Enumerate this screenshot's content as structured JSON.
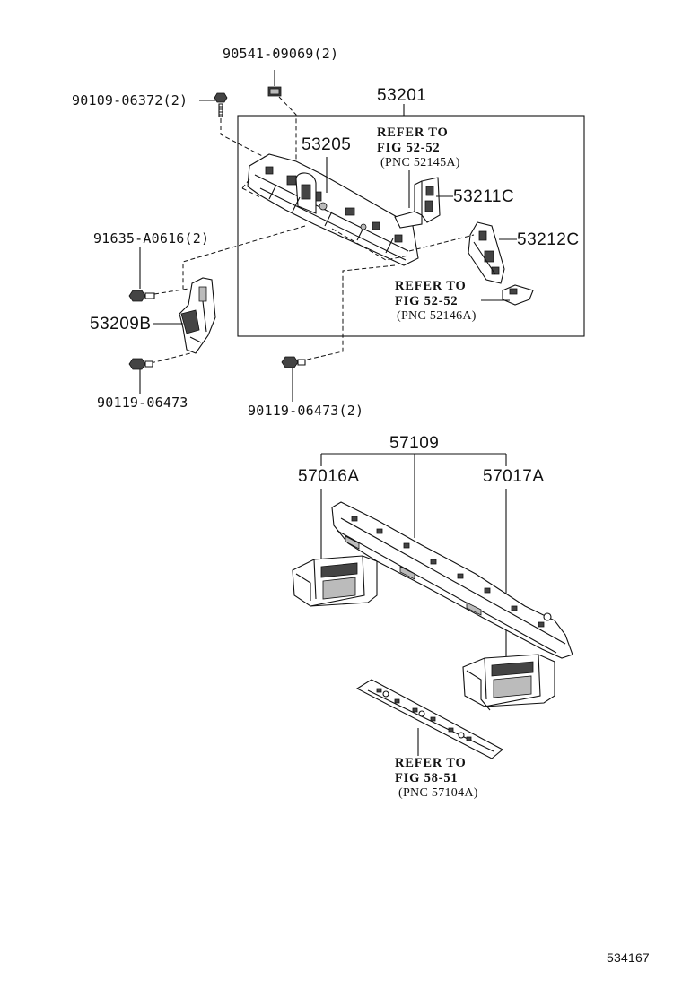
{
  "labels": {
    "bolt_90541": "90541-09069(2)",
    "bolt_90109": "90109-06372(2)",
    "p53201": "53201",
    "ref1_line1": "REFER TO",
    "ref1_line2": "FIG 52-52",
    "ref1_pnc": "(PNC 52145A)",
    "p53205": "53205",
    "p53211c": "53211C",
    "p53212c": "53212C",
    "bolt_91635": "91635-A0616(2)",
    "ref2_line1": "REFER TO",
    "ref2_line2": "FIG 52-52",
    "ref2_pnc": "(PNC 52146A)",
    "p53209b": "53209B",
    "bolt_90119_a": "90119-06473",
    "bolt_90119_b": "90119-06473(2)",
    "p57109": "57109",
    "p57016a": "57016A",
    "p57017a": "57017A",
    "ref3_line1": "REFER TO",
    "ref3_line2": "FIG 58-51",
    "ref3_pnc": "(PNC 57104A)",
    "diagram_id": "534167"
  }
}
